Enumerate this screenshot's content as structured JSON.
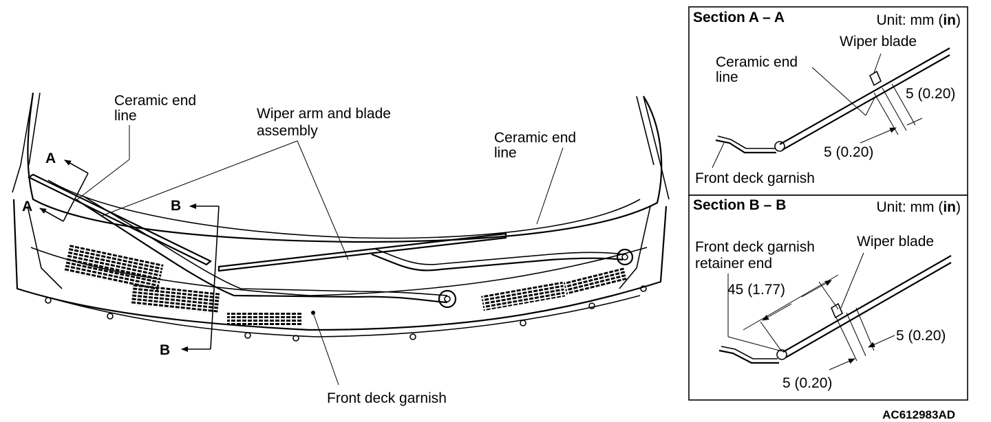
{
  "main_view": {
    "ceramic_left": [
      "Ceramic end",
      "line"
    ],
    "wiper_arm": [
      "Wiper arm and blade",
      "assembly"
    ],
    "ceramic_right": [
      "Ceramic end",
      "line"
    ],
    "front_deck": "Front deck garnish",
    "section_a_top": "A",
    "section_a_bottom": "A",
    "section_b_top": "B",
    "section_b_bottom": "B"
  },
  "section_aa": {
    "title": "Section A – A",
    "unit_prefix": "Unit: mm (",
    "unit_in": "in",
    "unit_suffix": ")",
    "wiper_blade": "Wiper blade",
    "ceramic": [
      "Ceramic end",
      "line"
    ],
    "dim_right": "5 (0.20)",
    "dim_bottom": "5 (0.20)",
    "front_deck": "Front deck garnish"
  },
  "section_bb": {
    "title": "Section B – B",
    "unit_prefix": "Unit: mm (",
    "unit_in": "in",
    "unit_suffix": ")",
    "retainer": [
      "Front deck garnish",
      "retainer end"
    ],
    "wiper_blade": "Wiper blade",
    "dim_45": "45 (1.77)",
    "dim_right": "5 (0.20)",
    "dim_bottom": "5 (0.20)"
  },
  "figure_code": "AC612983AD"
}
